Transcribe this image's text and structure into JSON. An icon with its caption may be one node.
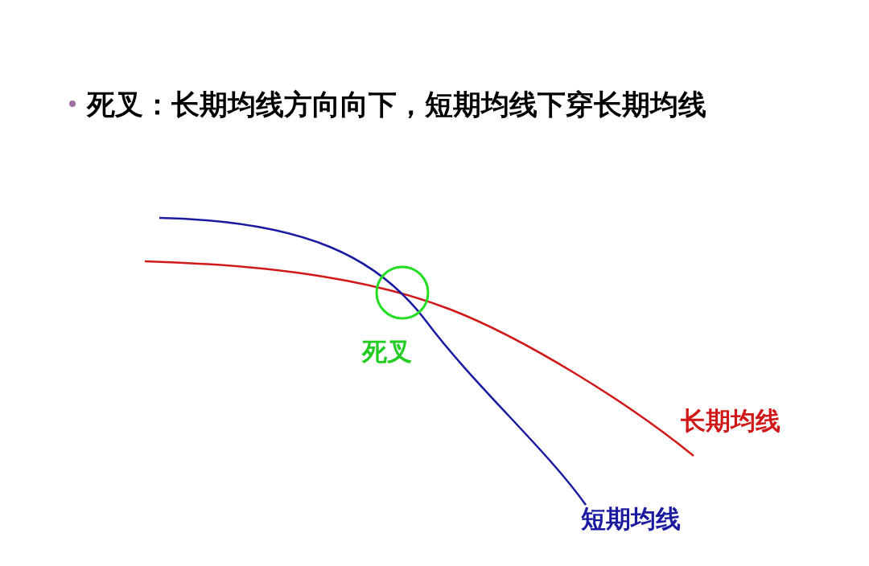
{
  "diagram": {
    "labels": [
      "死叉：长期均线方向向下，短期均线下穿长期均线",
      "死叉",
      "长期均线",
      "短期均线"
    ]
  }
}
